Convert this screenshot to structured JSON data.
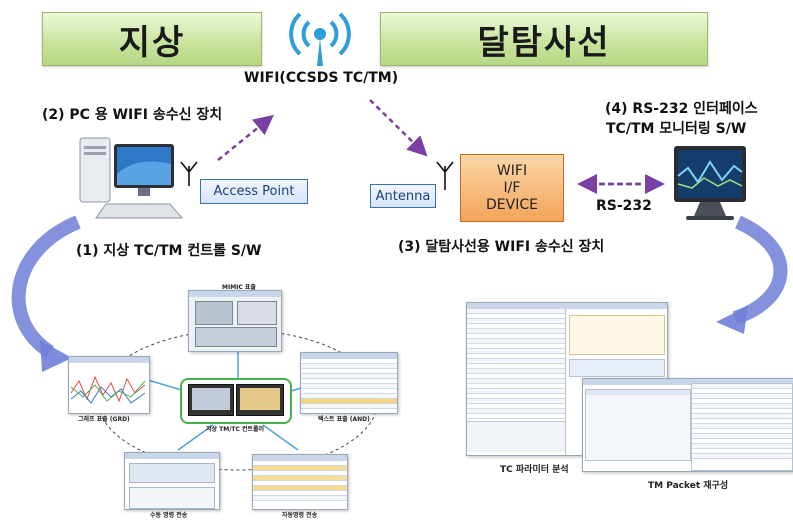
{
  "banners": {
    "ground": "지상",
    "satellite": "달탐사선"
  },
  "top": {
    "wifi_label": "WIFI(CCSDS TC/TM)",
    "pc_device_label": "(2) PC 용 WIFI 송수신 장치",
    "rs232_label_line1": "(4) RS-232 인터페이스",
    "rs232_label_line2": "TC/TM 모니터링 S/W"
  },
  "devices": {
    "access_point": "Access Point",
    "antenna": "Antenna",
    "wifi_device": [
      "WIFI",
      "I/F",
      "DEVICE"
    ],
    "rs232": "RS-232"
  },
  "captions": {
    "ground_sw": "(1) 지상 TC/TM 컨트롤 S/W",
    "sat_wifi": "(3) 달탐사선용 WIFI 송수신 장치"
  },
  "cluster": {
    "mimic": "MIMIC 표출",
    "graph": "그래프 표출 (GRD)",
    "text": "텍스트 표출 (AND)",
    "center": "지상 TM/TC 컨트롤러",
    "manual": "수동 명령 전송",
    "auto": "자동명령 전송"
  },
  "right_caps": {
    "tc_param": "TC 파라미터 분석",
    "tm_packet": "TM Packet 재구성"
  },
  "colors": {
    "banner": "#c7e39b",
    "arrow_purple": "#7a3fa3",
    "wifi_icon": "#2b9fd6",
    "wifi_device": "#f3a45a"
  }
}
